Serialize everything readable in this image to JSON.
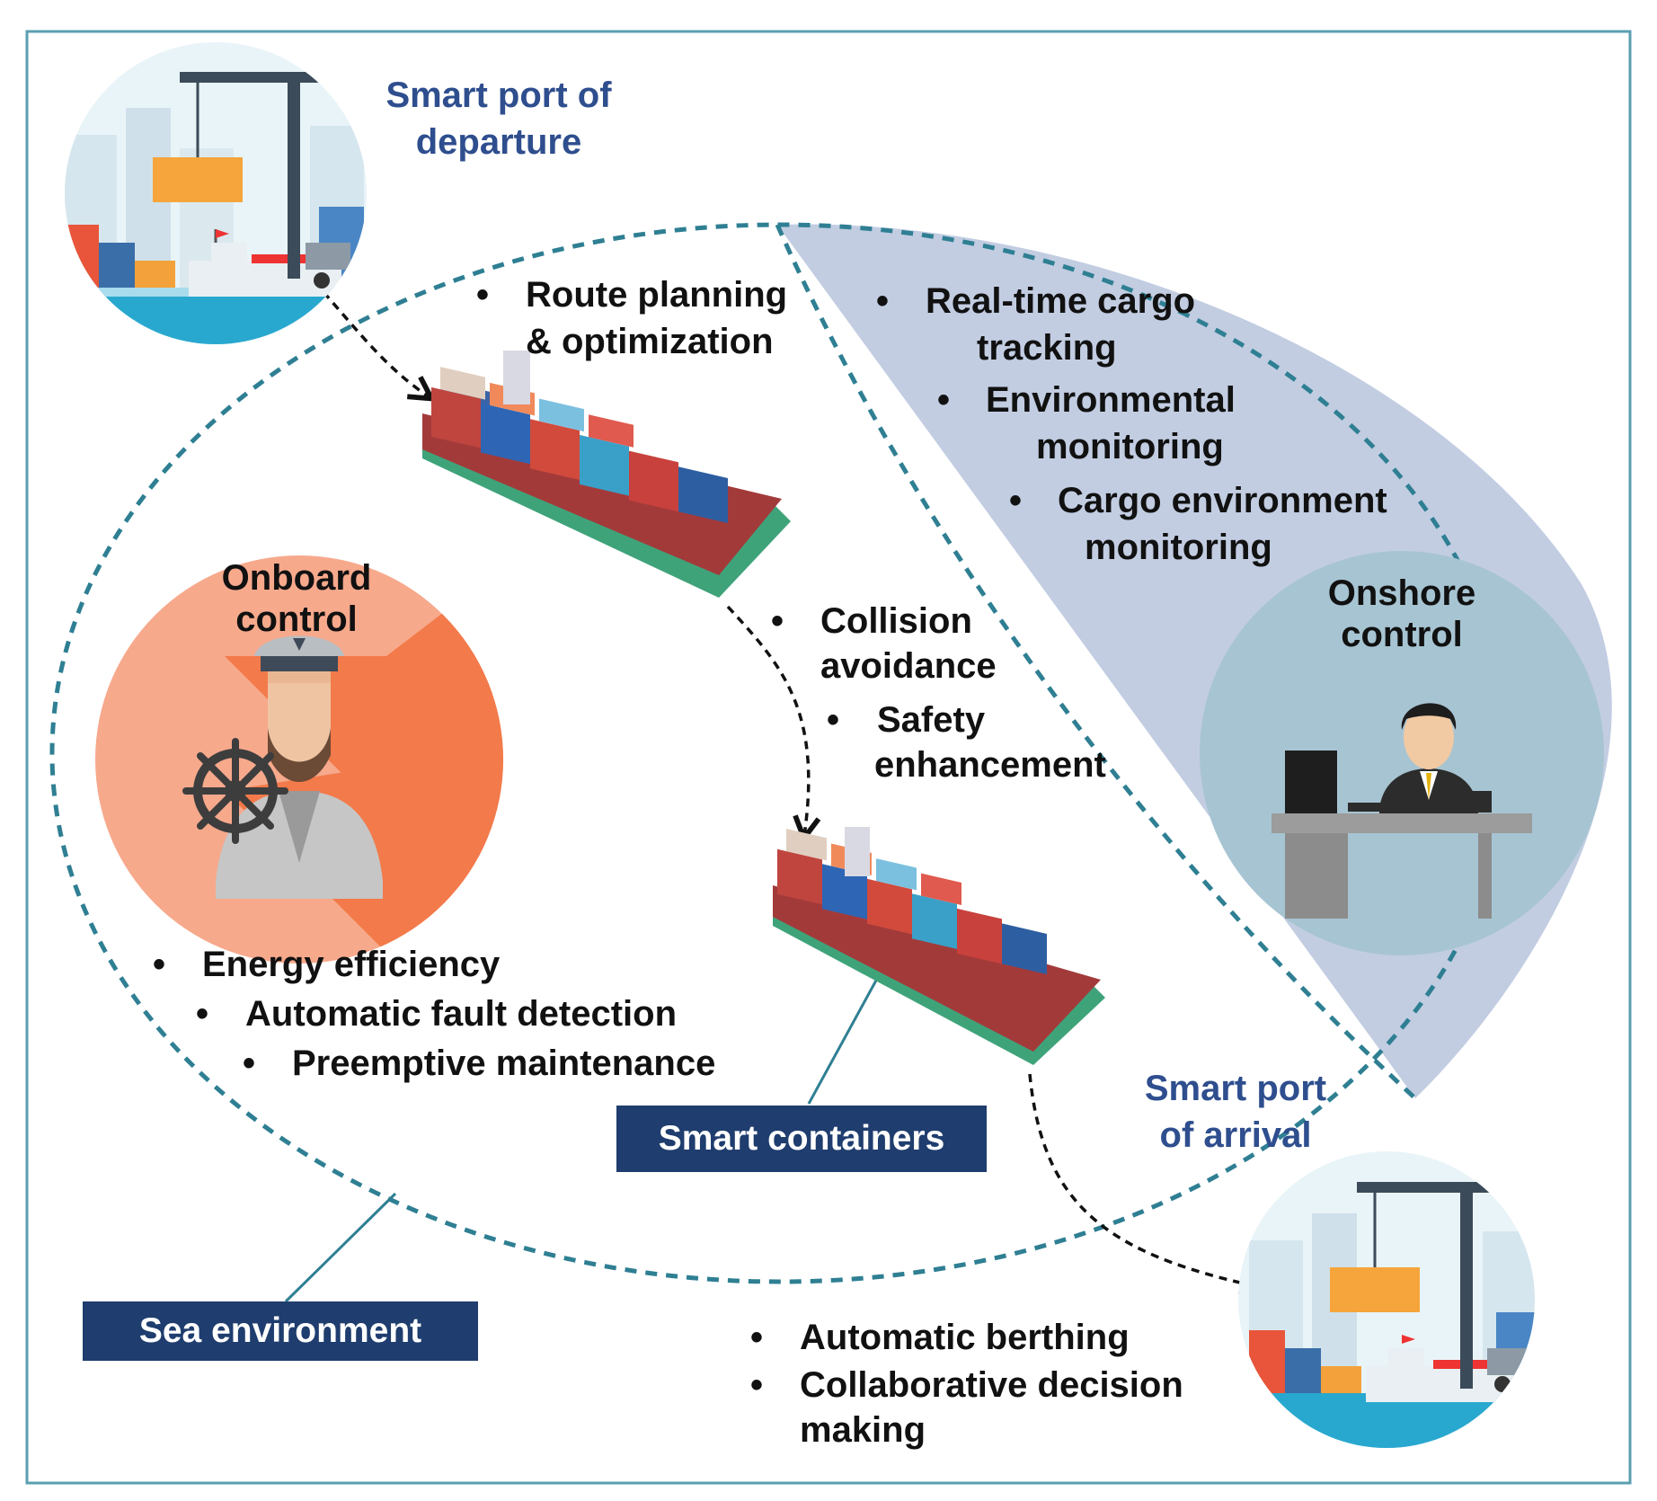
{
  "ports": {
    "departure": {
      "title_line1": "Smart port of",
      "title_line2": "departure"
    },
    "arrival": {
      "title_line1": "Smart port",
      "title_line2": "of arrival"
    }
  },
  "route_bullets": {
    "item1_line1": "Route planning",
    "item1_line2": "& optimization"
  },
  "onshore_bullets": {
    "item1_line1": "Real-time cargo",
    "item1_line2": "tracking",
    "item2_line1": "Environmental",
    "item2_line2": "monitoring",
    "item3_line1": "Cargo environment",
    "item3_line2": "monitoring"
  },
  "onboard": {
    "title_line1": "Onboard",
    "title_line2": "control"
  },
  "onshore": {
    "title_line1": "Onshore",
    "title_line2": "control"
  },
  "collision_bullets": {
    "item1_line1": "Collision",
    "item1_line2": "avoidance",
    "item2_line1": "Safety",
    "item2_line2": "enhancement"
  },
  "energy_bullets": {
    "item1": "Energy efficiency",
    "item2": "Automatic fault detection",
    "item3": "Preemptive maintenance"
  },
  "berthing_bullets": {
    "item1": "Automatic berthing",
    "item2_line1": "Collaborative decision",
    "item2_line2": "making"
  },
  "boxes": {
    "smart_containers": "Smart containers",
    "sea_environment": "Sea environment"
  },
  "colors": {
    "frame": "#5a9fb0",
    "dashed": "#2f7f93",
    "onshore_region": "#c2cde2",
    "onshore_circle": "#a7c4d2",
    "onboard_circle": "#f7a98c",
    "navy": "#1f3d6e",
    "port_title": "#2e4e8e"
  },
  "icons": [
    "port-crane-icon",
    "container-ship-icon",
    "captain-icon",
    "ship-wheel-icon",
    "office-worker-icon",
    "computer-monitor-icon",
    "desk-icon"
  ]
}
